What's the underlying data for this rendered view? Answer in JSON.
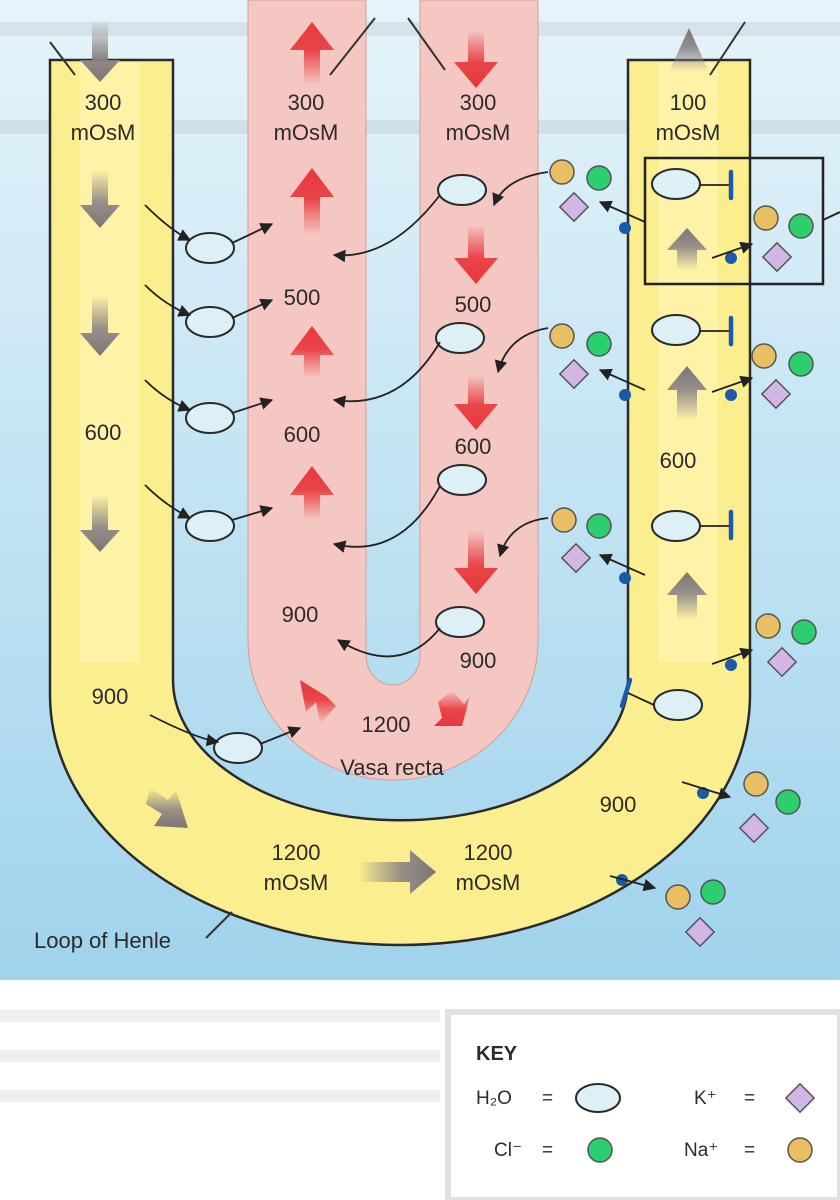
{
  "labels": {
    "desc_top": "300",
    "desc_top_unit": "mOsM",
    "vr_up_top": "300",
    "vr_up_top_unit": "mOsM",
    "vr_down_top": "300",
    "vr_down_top_unit": "mOsM",
    "asc_top": "100",
    "asc_top_unit": "mOsM",
    "desc_600": "600",
    "desc_900": "900",
    "vr_up_500": "500",
    "vr_up_600": "600",
    "vr_up_900": "900",
    "vr_down_500": "500",
    "vr_down_600": "600",
    "vr_down_900": "900",
    "vr_1200": "1200",
    "vasa_recta": "Vasa recta",
    "asc_600": "600",
    "asc_900": "900",
    "bottom_left": "1200",
    "bottom_left_unit": "mOsM",
    "bottom_right": "1200",
    "bottom_right_unit": "mOsM",
    "loop_of_henle": "Loop of Henle"
  },
  "key": {
    "title": "KEY",
    "h2o": "H₂O",
    "cl": "Cl⁻",
    "k": "K⁺",
    "na": "Na⁺",
    "equals": "="
  },
  "colors": {
    "interstitial_top": "#e6f4fa",
    "interstitial_bottom": "#9fd3ec",
    "tubule_fill": "#fbee8e",
    "tubule_stroke": "#2a2a2a",
    "vasa_recta": "#f5c7c2",
    "red_arrow": "#e8373c",
    "grey_arrow": "#8c8585",
    "water": "#dcf0f6",
    "chloride": "#2bcf6e",
    "potassium": "#d2b6e6",
    "sodium": "#e8c063",
    "pump": "#1a5aa8"
  },
  "icons": [
    "water-molecule-icon",
    "chloride-ion-icon",
    "potassium-ion-icon",
    "sodium-ion-icon",
    "transporter-icon"
  ]
}
